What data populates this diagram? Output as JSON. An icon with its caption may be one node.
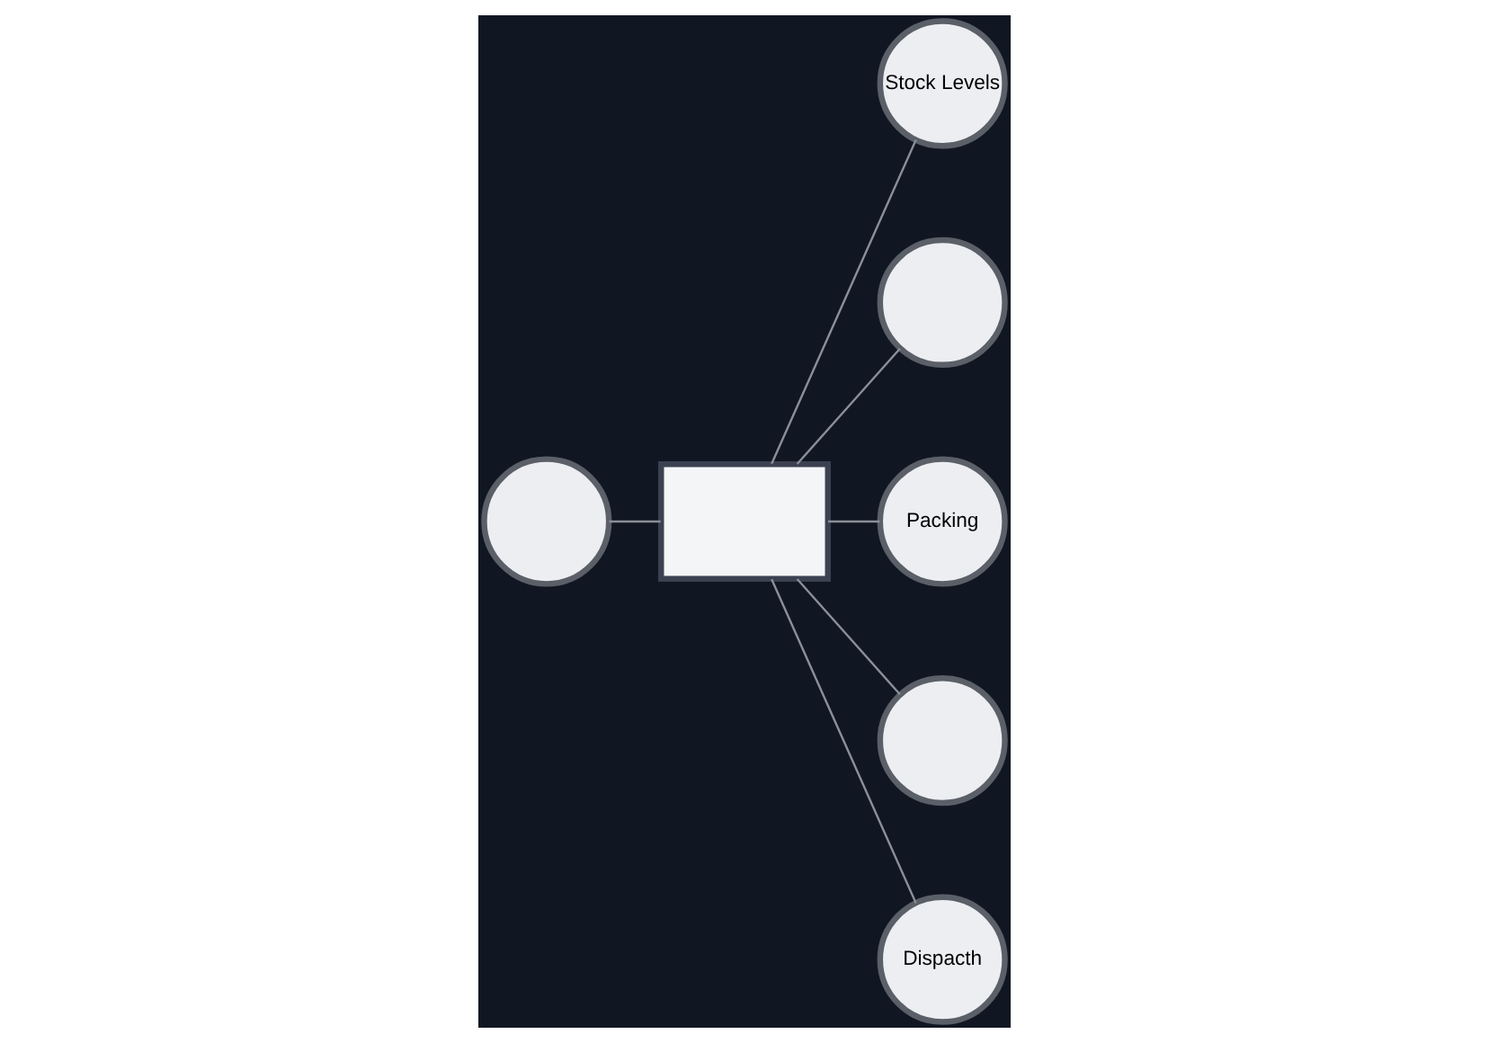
{
  "diagram": {
    "nodes": [
      {
        "text": [
          "Stock Levels"
        ]
      },
      {
        "text": [],
        "shape": "circle"
      },
      {
        "text": [],
        "shape": "circle"
      },
      {
        "text": [],
        "shape": "box"
      },
      {
        "text": [
          "Packing"
        ]
      },
      {
        "text": [],
        "shape": "circle"
      },
      {
        "text": [
          "Dispacth"
        ]
      }
    ],
    "edges": [
      {
        "from": 3,
        "to": 0,
        "arrow": "none"
      },
      {
        "from": 3,
        "to": 1,
        "arrow": "none"
      },
      {
        "from": 3,
        "to": 2,
        "arrow": "none"
      },
      {
        "from": 3,
        "to": 4,
        "arrow": "none"
      },
      {
        "from": 3,
        "to": 5,
        "arrow": "none"
      },
      {
        "from": 3,
        "to": 6,
        "arrow": "none"
      }
    ]
  }
}
